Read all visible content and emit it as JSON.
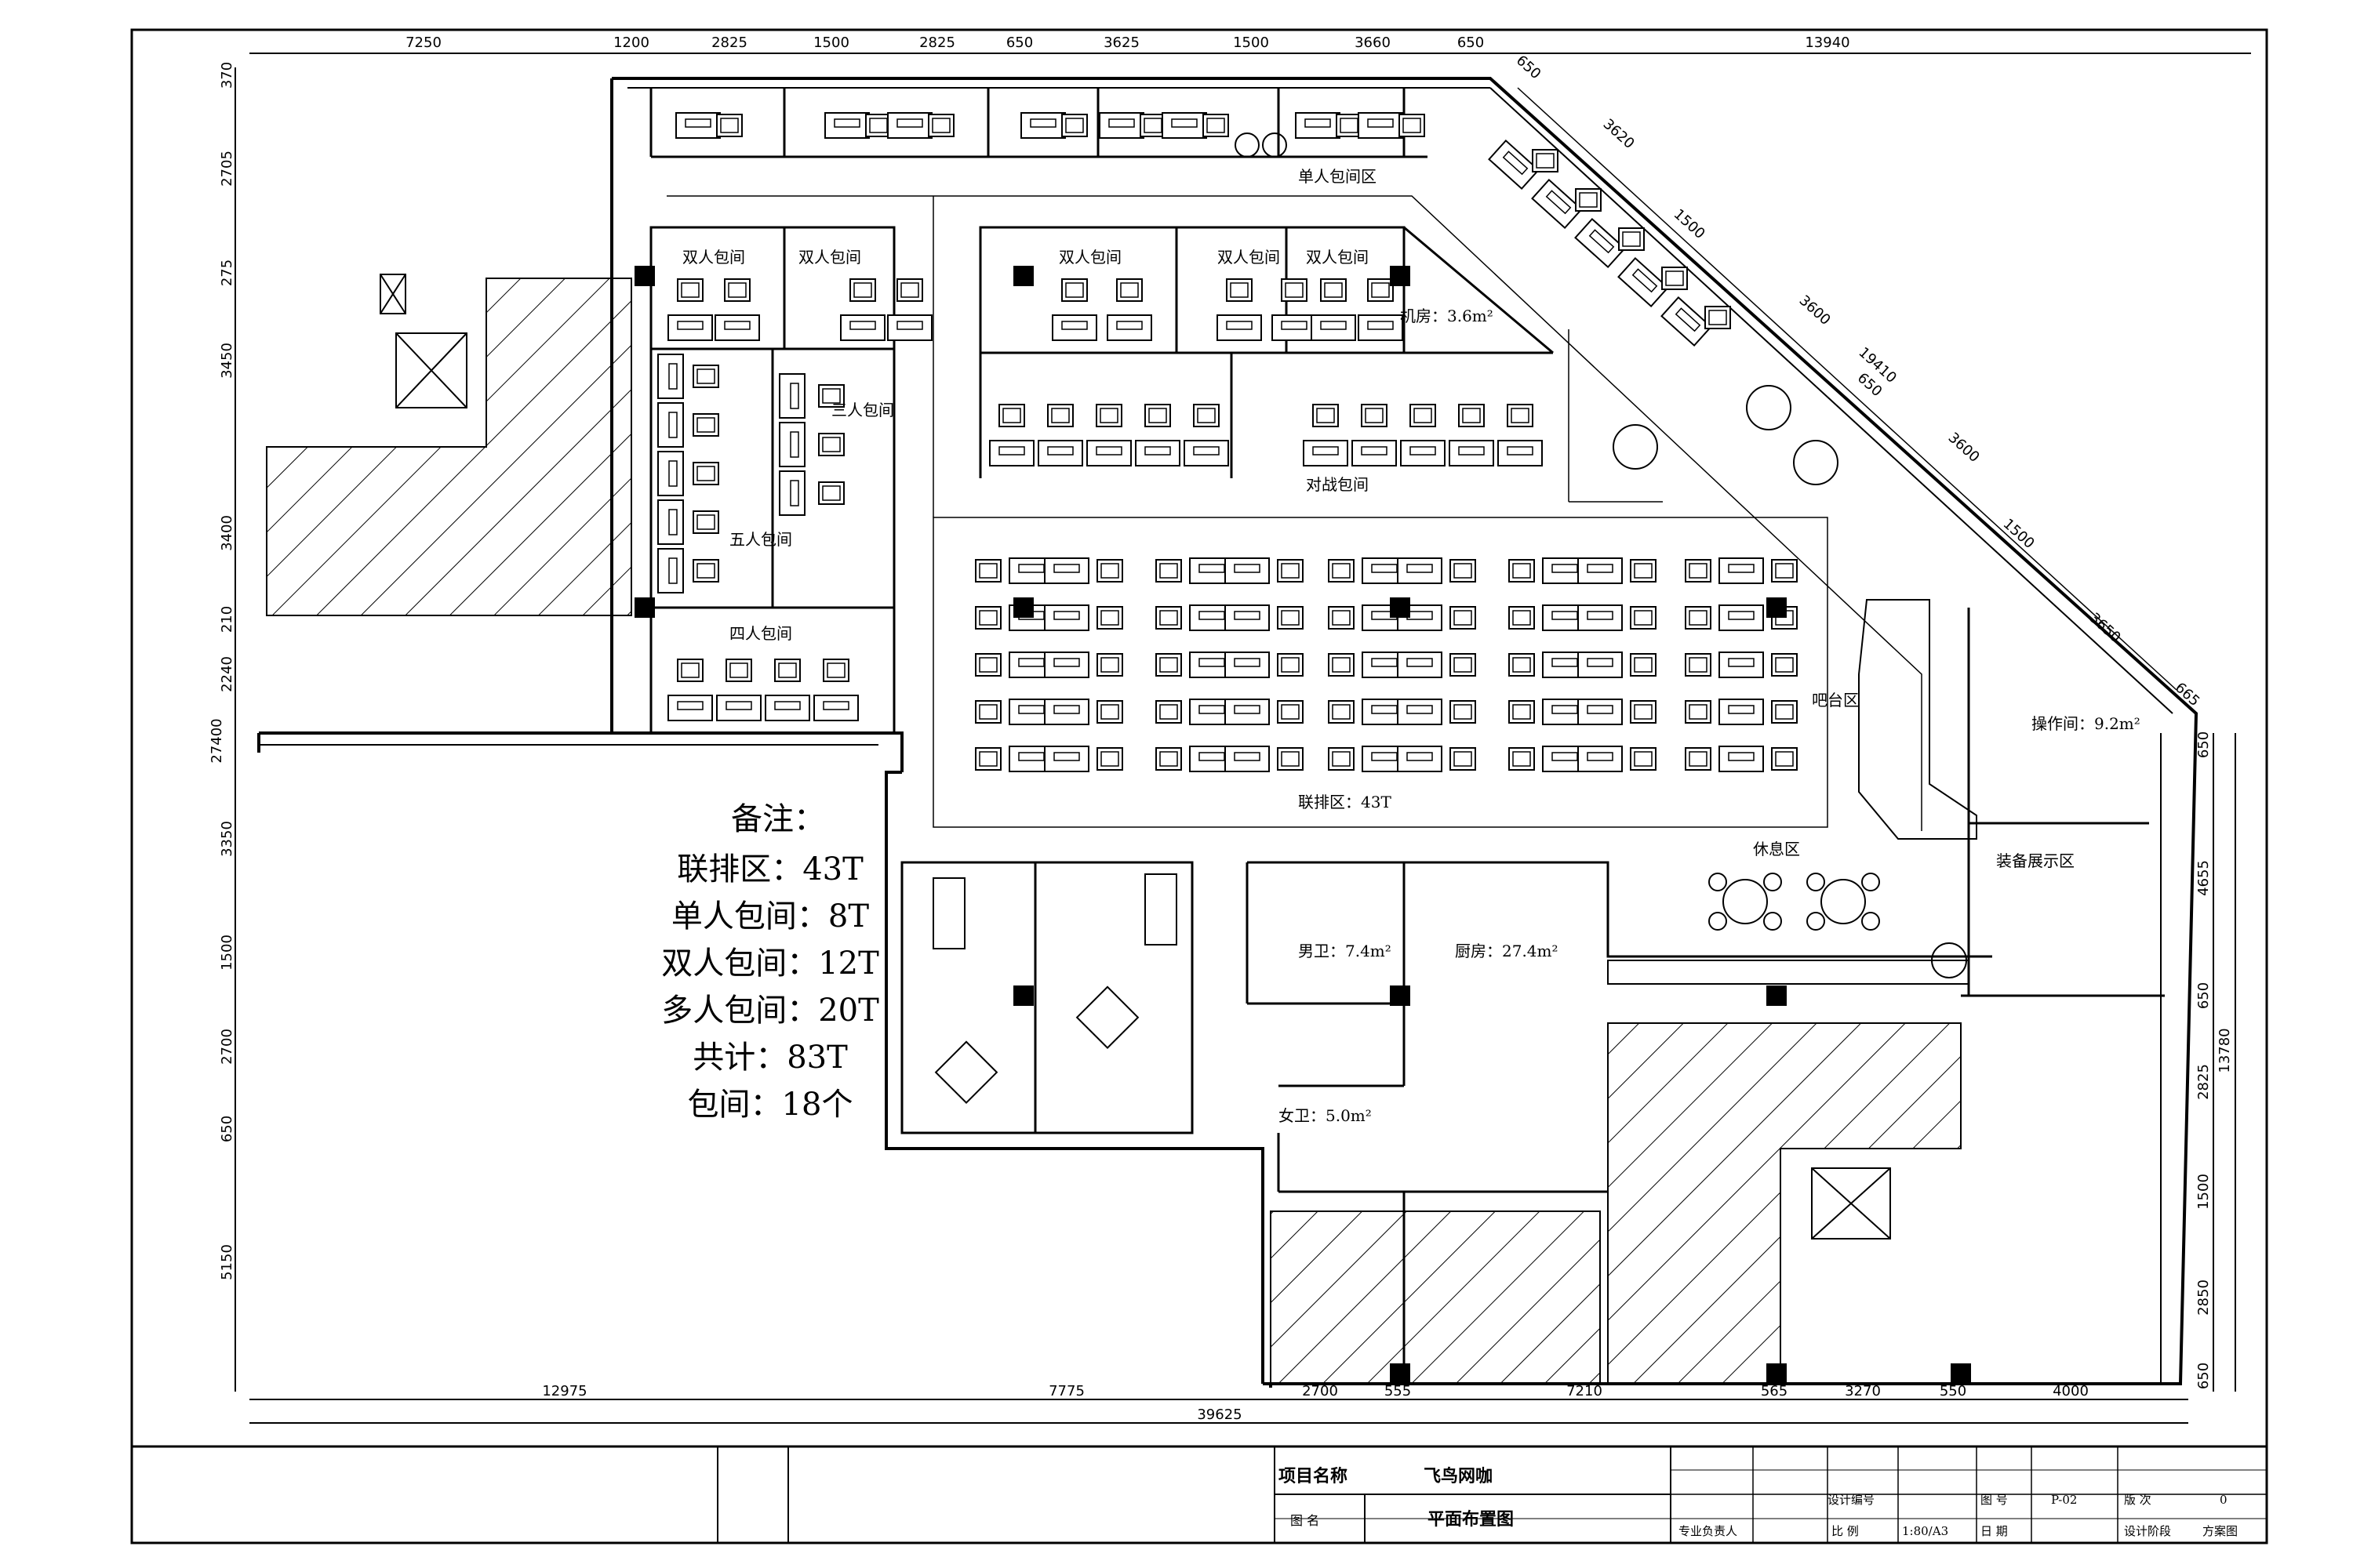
{
  "dimensions": {
    "top": [
      "7250",
      "1200",
      "2825",
      "1500",
      "2825",
      "650",
      "3625",
      "1500",
      "3660",
      "650",
      "13940"
    ],
    "bottom": [
      "12975",
      "7775",
      "2700",
      "555",
      "7210",
      "565",
      "3270",
      "550",
      "4000"
    ],
    "total_bottom": "39625",
    "left": [
      "370",
      "2705",
      "275",
      "3450",
      "3400",
      "210",
      "2240",
      "27400",
      "3350",
      "1500",
      "2700",
      "650",
      "5150"
    ],
    "right": [
      "650",
      "4655",
      "650",
      "2825",
      "1500",
      "2850",
      "650"
    ],
    "right_total": "13780",
    "diagonal": [
      "650",
      "3620",
      "1500",
      "3600",
      "19410",
      "650",
      "3600",
      "1500",
      "3650",
      "665"
    ]
  },
  "rooms": {
    "single_booth": "单人包间区",
    "double_booth_1": "双人包间",
    "double_booth_2": "双人包间",
    "double_booth_3": "双人包间",
    "double_booth_4": "双人包间",
    "double_booth_5": "双人包间",
    "three_booth": "三人包间",
    "five_booth": "五人包间",
    "four_booth": "四人包间",
    "machine_room": "机房：3.6m²",
    "versus_booth": "对战包间",
    "row_area": "联排区：43T",
    "bar": "吧台区",
    "operation": "操作间：9.2m²",
    "lounge": "休息区",
    "gear_display": "装备展示区",
    "male_wc": "男卫：7.4m²",
    "kitchen": "厨房：27.4m²",
    "female_wc": "女卫：5.0m²"
  },
  "notes": {
    "title": "备注：",
    "lines": [
      "联排区：43T",
      "单人包间：8T",
      "双人包间：12T",
      "多人包间：20T",
      "共计：83T",
      "包间：18个"
    ]
  },
  "title_block": {
    "project_label": "项目名称",
    "project_value": "飞鸟网咖",
    "drawing_label": "图    名",
    "drawing_value": "平面布置图",
    "design_no_label": "设计编号",
    "scale_label": "比    例",
    "scale_value": "1:80/A3",
    "drawing_no_label": "图    号",
    "drawing_no_value": "P-02",
    "date_label": "日    期",
    "version_label": "版    次",
    "version_value": "0",
    "stage_label": "设计阶段",
    "stage_value": "方案图",
    "manager_label": "专业负责人"
  }
}
